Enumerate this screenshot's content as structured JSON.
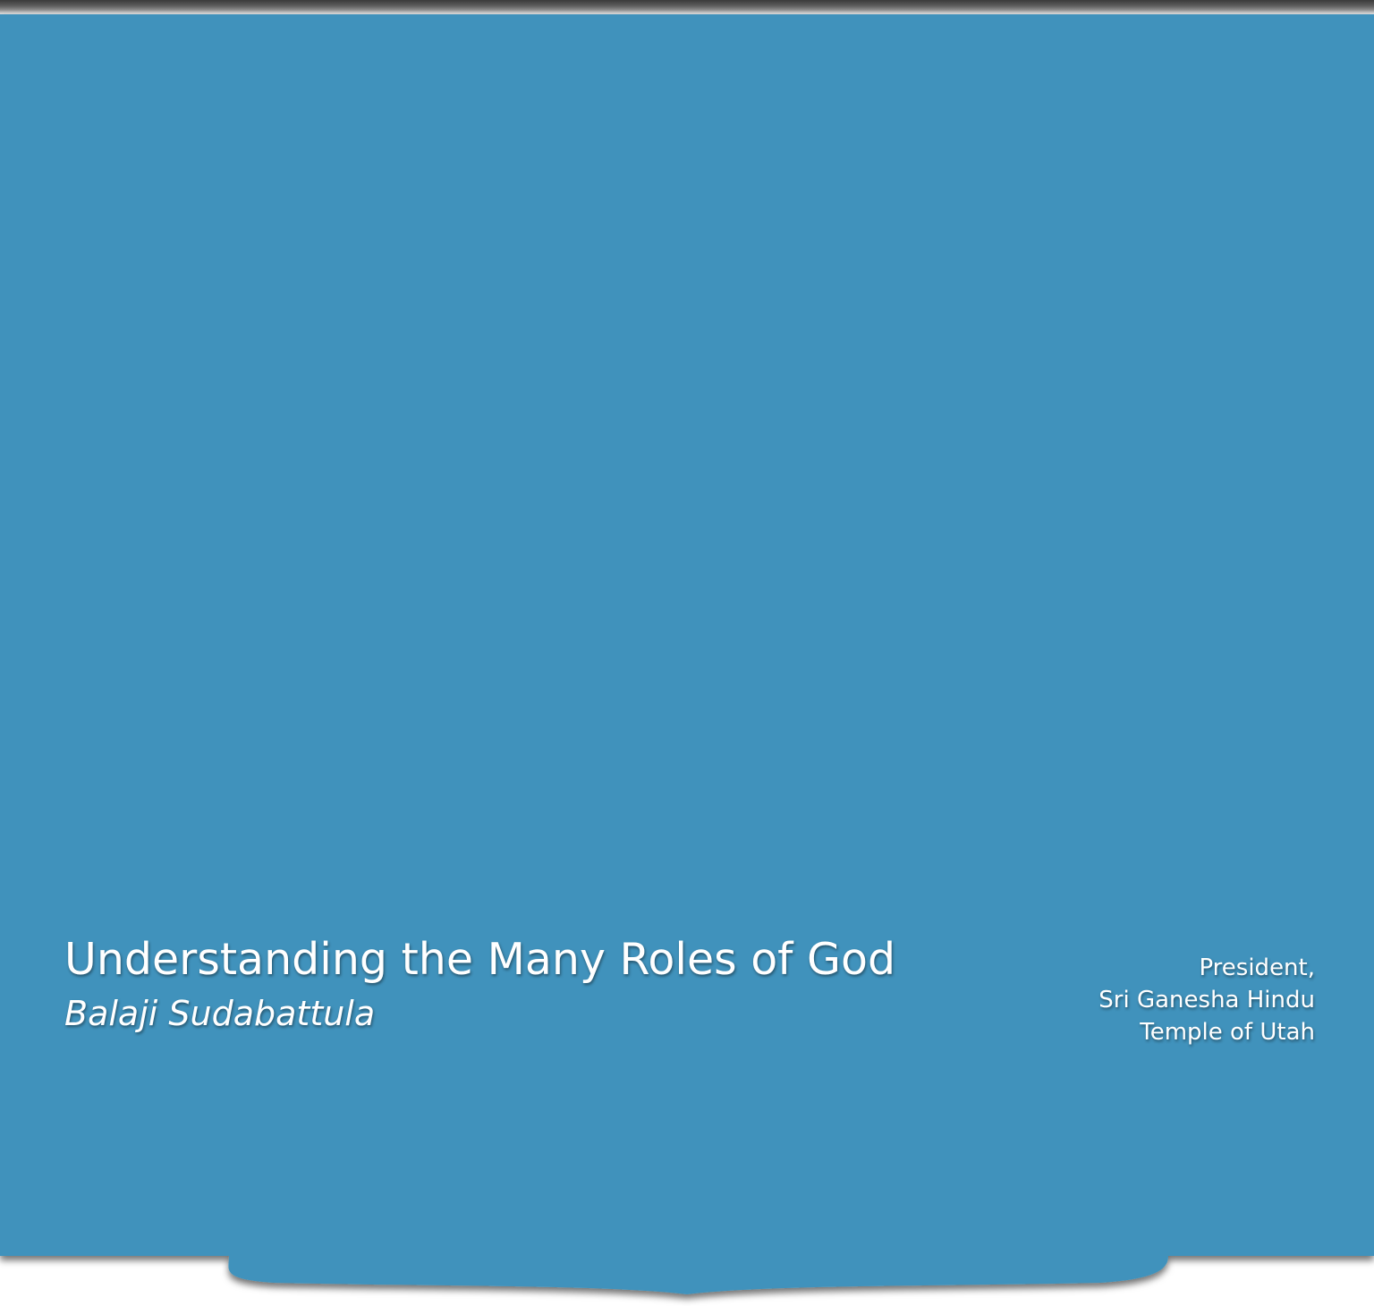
{
  "slide": {
    "title": "Understanding the Many Roles of God",
    "author": "Balaji Sudabattula",
    "affiliation": {
      "line1": "President,",
      "line2": "Sri Ganesha Hindu",
      "line3": "Temple of Utah"
    }
  },
  "colors": {
    "background_blue": "#4192bc",
    "page_white": "#ffffff",
    "text_white": "#ffffff"
  }
}
